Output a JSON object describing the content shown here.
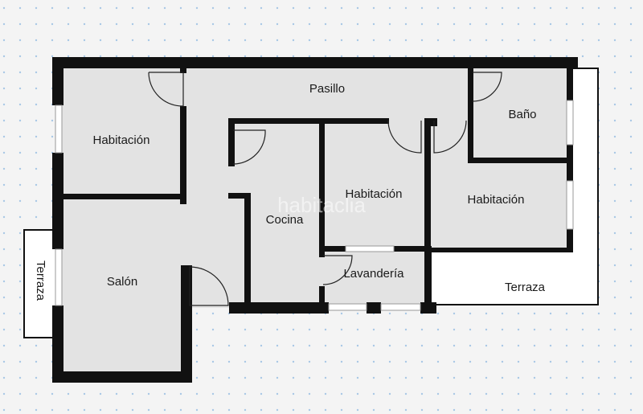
{
  "floorplan": {
    "colors": {
      "background": "#f4f4f4",
      "room_fill": "#e3e3e3",
      "exterior_fill": "#ffffff",
      "wall": "#111111",
      "grid_dot": "#a9c8e6"
    },
    "watermark": "habitaclia",
    "rooms": {
      "pasillo": "Pasillo",
      "habitacion_1": "Habitación",
      "habitacion_2": "Habitación",
      "habitacion_3": "Habitación",
      "bano": "Baño",
      "cocina": "Cocina",
      "salon": "Salón",
      "lavanderia": "Lavandería",
      "terraza_left": "Terraza",
      "terraza_right": "Terraza"
    }
  }
}
